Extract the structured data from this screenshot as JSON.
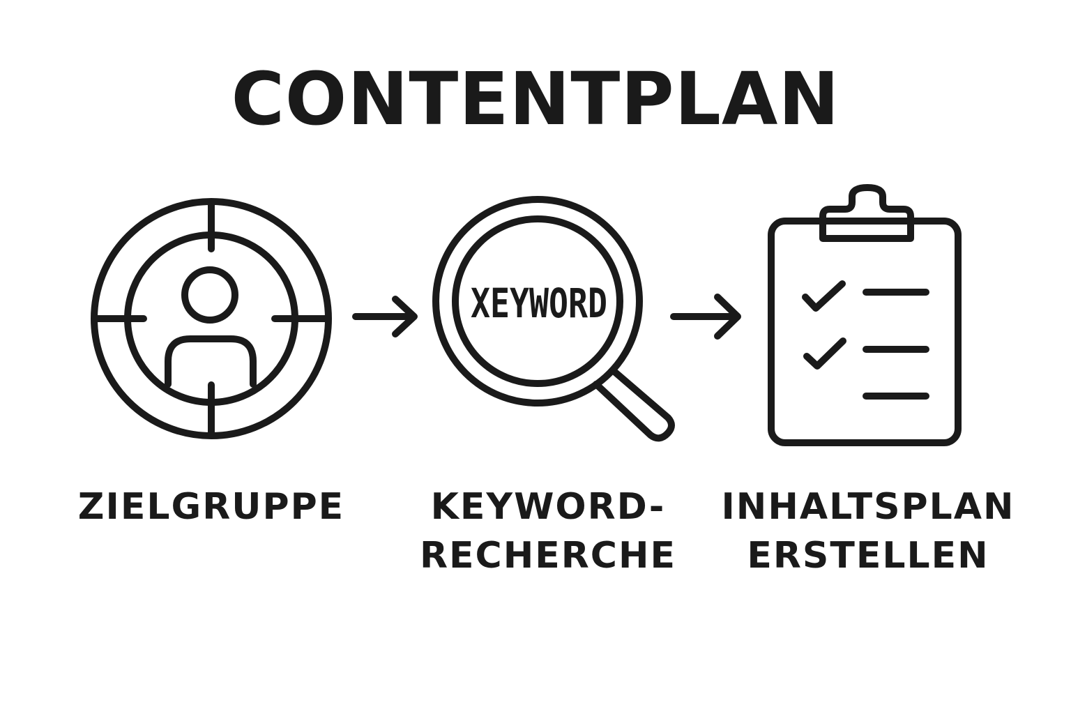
{
  "title": "CONTENTPLAN",
  "accent_color": "#1a1a1a",
  "background_color": "#ffffff",
  "steps": [
    {
      "icon": "target-person-icon",
      "label_lines": [
        "ZIELGRUPPE"
      ]
    },
    {
      "icon": "magnifier-keyword-icon",
      "icon_text": "XEYWORD",
      "label_lines": [
        "KEYWORD-",
        "RECHERCHE"
      ]
    },
    {
      "icon": "clipboard-checklist-icon",
      "label_lines": [
        "INHALTSPLAN",
        "ERSTELLEN"
      ]
    }
  ],
  "connectors": [
    "arrow-right-icon",
    "arrow-right-icon"
  ]
}
